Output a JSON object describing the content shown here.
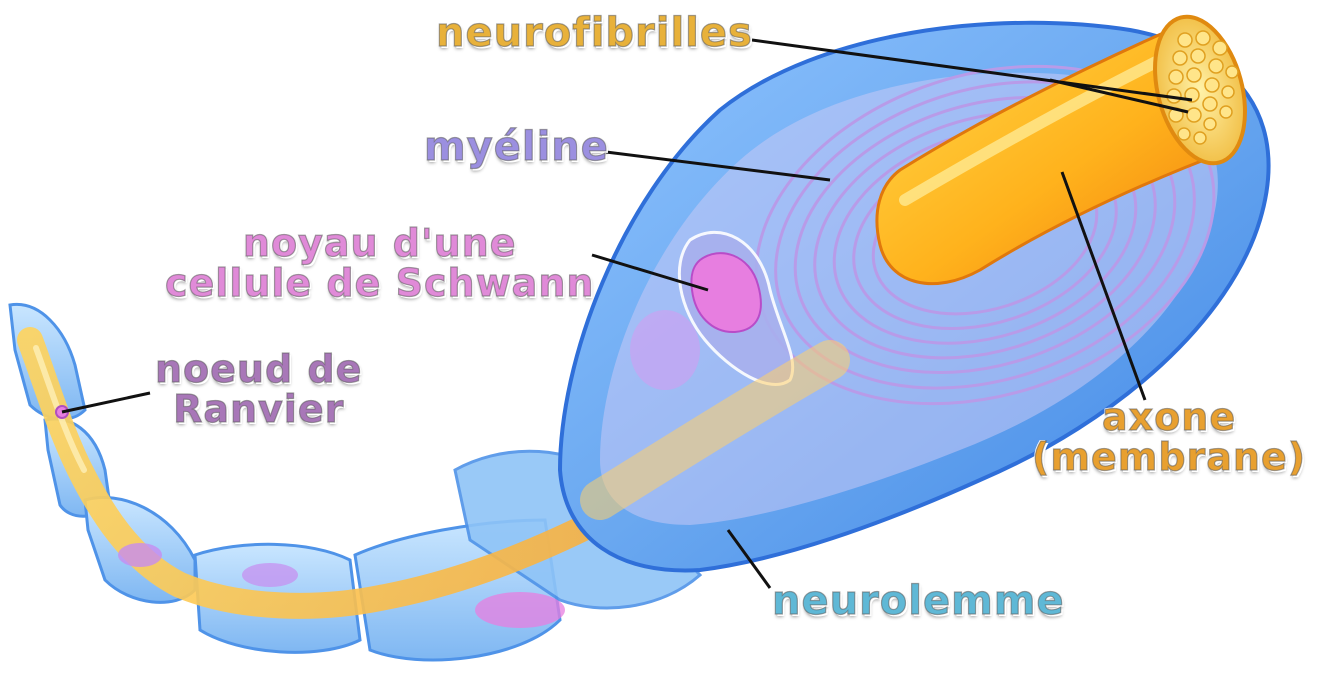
{
  "labels": {
    "neurofibrilles": "neurofibrilles",
    "myeline": "myéline",
    "schwann_line1": "noyau d'une",
    "schwann_line2": "cellule de Schwann",
    "ranvier_line1": "noeud de",
    "ranvier_line2": "Ranvier",
    "axone_line1": "axone",
    "axone_line2": "(membrane)",
    "neurolemme": "neurolemme"
  },
  "colors": {
    "neurofibrilles": "#e8b13a",
    "myeline": "#9b8fe0",
    "schwann": "#e08ad8",
    "ranvier": "#a877b8",
    "axone": "#e8a030",
    "neurolemme": "#5fb8d6",
    "sheath_blue": "#6aa8f0",
    "myelin_purple": "#b89be8",
    "axon_orange": "#f3a11c",
    "nucleus_pink": "#e77ee0",
    "leader_line": "#111111"
  }
}
